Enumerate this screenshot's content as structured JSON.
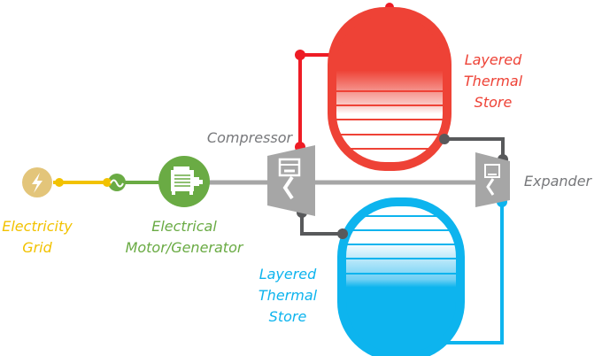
{
  "colors": {
    "grid": "#f2c200",
    "grid_icon": "#e3c57a",
    "motor": "#6aab44",
    "hot": "#ee4236",
    "hot_pipe": "#ee1c25",
    "cold": "#0db4ee",
    "machine": "#a6a6a6",
    "shaft": "#a6a6a6",
    "dark_pipe": "#58595b",
    "label_grey": "#77787b"
  },
  "labels": {
    "electricity_grid": [
      "Electricity",
      "Grid"
    ],
    "motor_generator": [
      "Electrical",
      "Motor/Generator"
    ],
    "compressor": "Compressor",
    "expander": "Expander",
    "hot_store": [
      "Layered",
      "Thermal",
      "Store"
    ],
    "cold_store": [
      "Layered",
      "Thermal",
      "Store"
    ]
  },
  "icons": {
    "grid": "lightning-bolt-icon",
    "converter": "ac-sine-icon",
    "motor": "motor-icon",
    "compressor": "piston-icon",
    "expander": "piston-icon"
  }
}
